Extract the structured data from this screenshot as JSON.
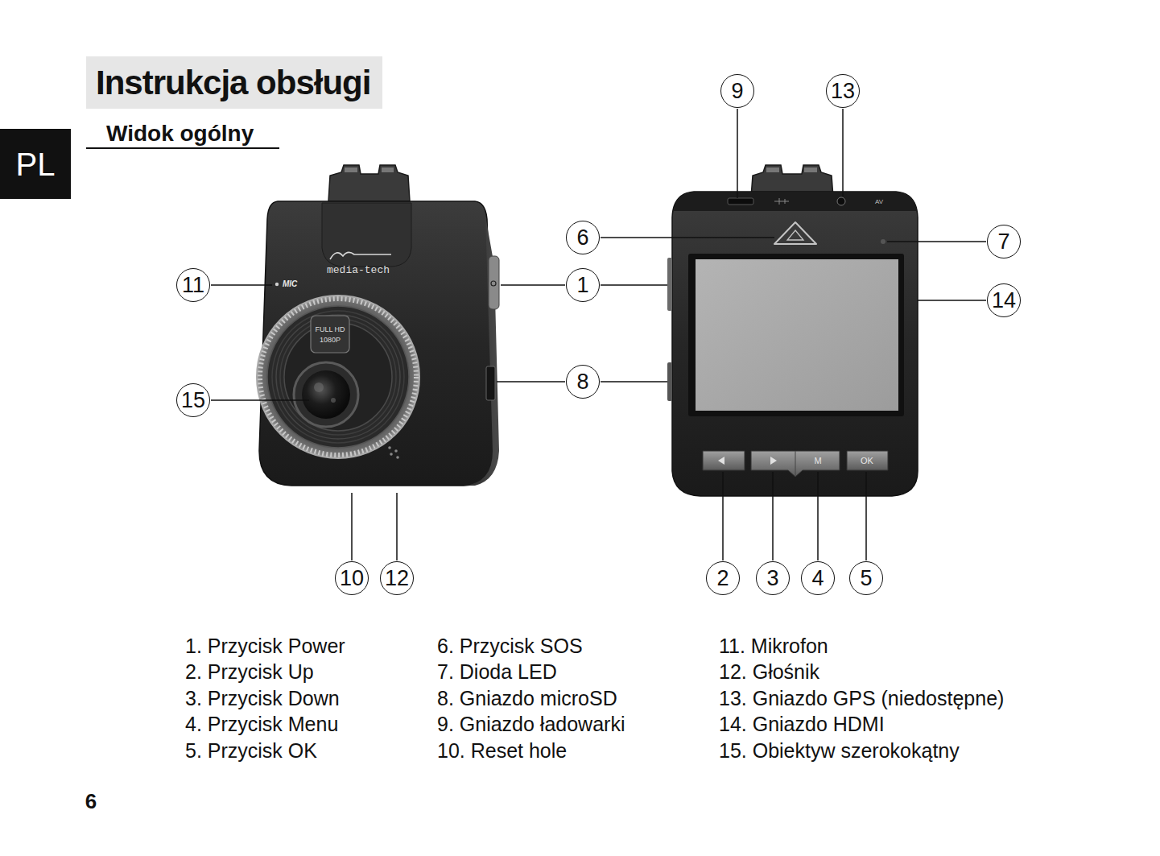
{
  "diagram": {
    "title": "Instrukcja obsługi",
    "nodes": [
      {
        "text": [
          "PL"
        ]
      },
      {
        "text": [
          "9"
        ]
      },
      {
        "text": [
          "13"
        ]
      },
      {
        "text": [
          "6"
        ]
      },
      {
        "text": [
          "7"
        ]
      },
      {
        "text": [
          "11"
        ]
      },
      {
        "text": [
          "1"
        ]
      },
      {
        "text": [
          "14"
        ]
      },
      {
        "text": [
          "8"
        ]
      },
      {
        "text": [
          "15"
        ]
      },
      {
        "text": [
          "10"
        ]
      },
      {
        "text": [
          "12"
        ]
      },
      {
        "text": [
          "2"
        ]
      },
      {
        "text": [
          "3"
        ]
      },
      {
        "text": [
          "4"
        ]
      },
      {
        "text": [
          "5"
        ]
      }
    ],
    "labels": [
      "Widok ogólny",
      "MIC",
      "media-tech",
      "FULL HD",
      "1080P",
      "AV",
      "M",
      "OK",
      "1. Przycisk Power",
      "2. Przycisk Up",
      "3. Przycisk Down",
      "4. Przycisk Menu",
      "5. Przycisk OK",
      "6. Przycisk SOS",
      "7. Dioda LED",
      "8. Gniazdo microSD",
      "9. Gniazdo ładowarki",
      "10. Reset hole",
      "11. Mikrofon",
      "12. Głośnik",
      "13. Gniazdo GPS (niedostępne)",
      "14. Gniazdo HDMI",
      "15. Obiektyw szerokokątny",
      "6"
    ]
  }
}
